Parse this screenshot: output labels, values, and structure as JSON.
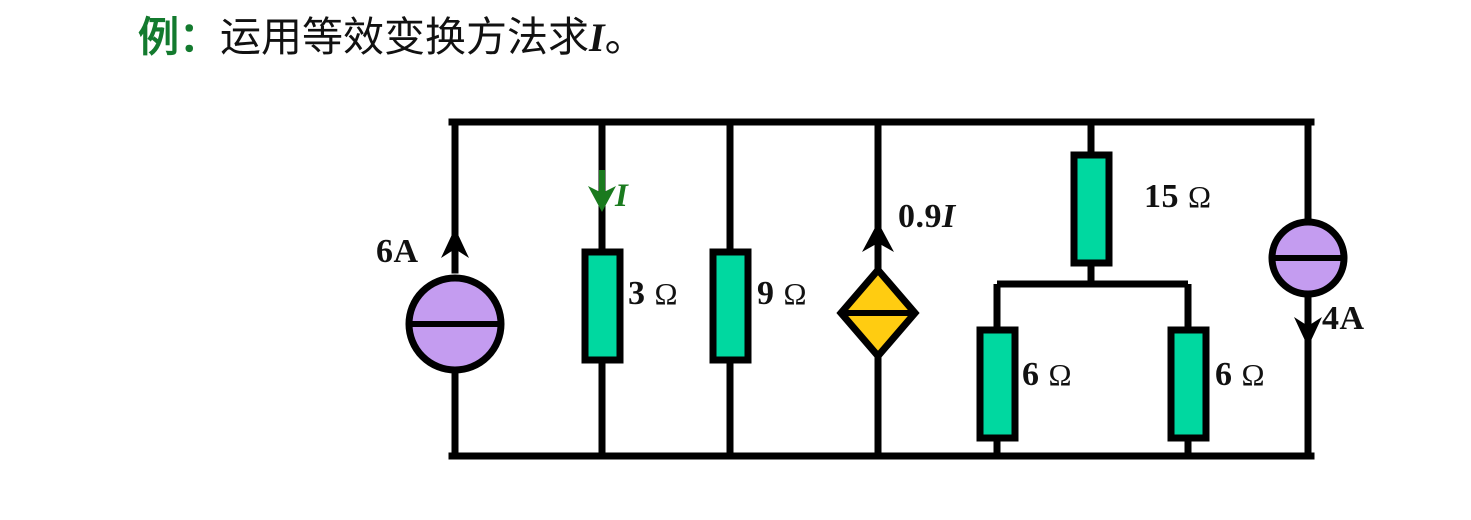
{
  "title": {
    "marker": "例",
    "colon": "：",
    "text": "运用等效变换方法求",
    "variable": "I",
    "period": "。",
    "full": "例：运用等效变换方法求I。",
    "marker_color": "#137a2e"
  },
  "circuit": {
    "name": "equivalent-transformation-circuit",
    "colors": {
      "wire": "#000000",
      "resistor_fill": "#00d8a0",
      "source_fill": "#c49cf0",
      "dependent_source_fill": "#ffcc11",
      "current_label": "#1a7a1e"
    },
    "sources": [
      {
        "id": "source-6a",
        "type": "independent-current-source",
        "label": "6A",
        "direction": "up",
        "shape": "circle"
      },
      {
        "id": "dependent-source-09i",
        "type": "dependent-current-source",
        "label": "0.9",
        "label_variable": "I",
        "direction": "up",
        "shape": "diamond"
      },
      {
        "id": "source-4a",
        "type": "independent-current-source",
        "label": "4A",
        "direction": "down",
        "shape": "circle"
      }
    ],
    "resistors": [
      {
        "id": "resistor-3",
        "value": "3",
        "unit": "Ω"
      },
      {
        "id": "resistor-9",
        "value": "9",
        "unit": "Ω"
      },
      {
        "id": "resistor-15",
        "value": "15",
        "unit": "Ω"
      },
      {
        "id": "resistor-6-left",
        "value": "6",
        "unit": "Ω"
      },
      {
        "id": "resistor-6-right",
        "value": "6",
        "unit": "Ω"
      }
    ],
    "current_marker": {
      "id": "current-I",
      "label": "I",
      "direction": "down",
      "color": "#1a7a1e"
    }
  },
  "labels": {
    "six_amp": "6A",
    "current_I": "I",
    "r3_value": "3",
    "r9_value": "9",
    "r15_value": "15",
    "r6_left_value": "6",
    "r6_right_value": "6",
    "ohm": "Ω",
    "dependent": "0.9",
    "dependent_var": "I",
    "four_amp": "4A"
  }
}
